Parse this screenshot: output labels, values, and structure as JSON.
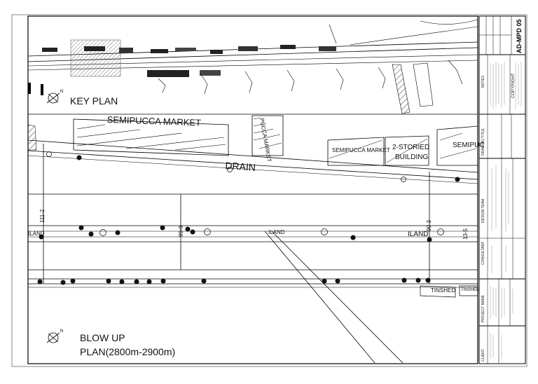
{
  "key_plan": {
    "title": "KEY PLAN"
  },
  "blow_up": {
    "title_line1": "BLOW UP",
    "title_line2": "PLAN(2800m-2900m)"
  },
  "labels": {
    "semipucca_market_top": "SEMIPUCCA MARKET",
    "pucca_market": "PUCCA MARKET",
    "semipucca_market_mid": "SEMIPUCCA MARKET",
    "two_storied": "2-STORIED",
    "building": "BUILDING",
    "semipucca_right": "SEMIPUC",
    "drain": "DRAIN",
    "iland_left": "ILAND",
    "iland_mid": "ILAND",
    "iland_right": "ILAND",
    "chainage_left": "111-2",
    "chainage_mid": "99-9",
    "chainage_right1": "99-3",
    "chainage_right2": "13-5",
    "tinshed_1": "TINSHED",
    "tinshed_2": "TINSHED"
  },
  "title_block": {
    "drawing_no": "AD-MPD 05",
    "notes_heading": "NOTES",
    "drawing_title_heading": "DRAWING TITLE",
    "design_team_heading": "DESIGN TEAM",
    "consultant_heading": "CONSULTANT",
    "project_name_heading": "PROJECT NAME",
    "client_heading": "CLIENT",
    "copyright": "COPYRIGHT"
  }
}
